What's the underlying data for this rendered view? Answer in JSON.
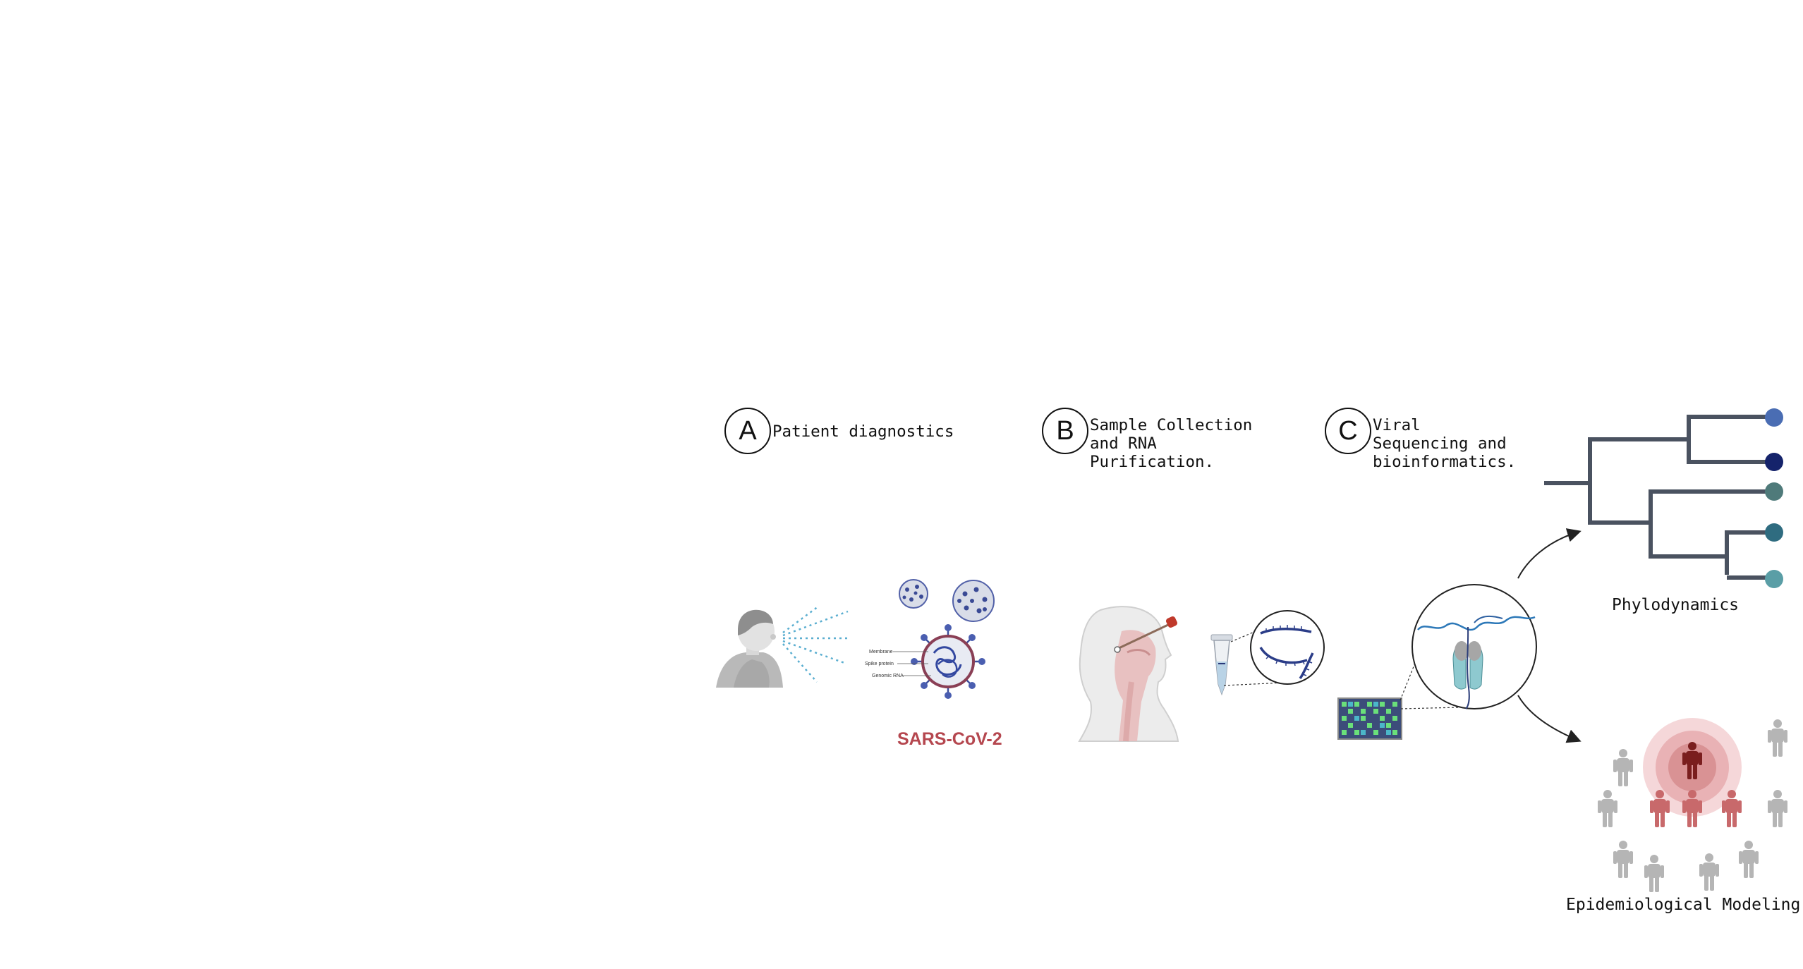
{
  "steps": [
    {
      "letter": "A",
      "text": "Patient diagnostics"
    },
    {
      "letter": "B",
      "text": "Sample Collection\nand RNA\nPurification."
    },
    {
      "letter": "C",
      "text": "Viral\nSequencing and\nbioinformatics."
    }
  ],
  "virus": {
    "name": "SARS-CoV-2",
    "parts": [
      "Membrane",
      "Spike protein",
      "Genomic RNA"
    ]
  },
  "outcomes": {
    "phylodynamics": "Phylodynamics",
    "epidemiology": "Epidemiological Modeling"
  },
  "colors": {
    "virus_label": "#b5474f",
    "tree_branch": "#4a5260",
    "tip_1": "#4a6db3",
    "tip_2": "#15236b",
    "tip_3": "#4f7a7a",
    "tip_4": "#2f6c80",
    "tip_5": "#5a9ea6",
    "infected": "#c8696b",
    "index_case": "#7a1e1e",
    "healthy": "#b5b5b5"
  }
}
